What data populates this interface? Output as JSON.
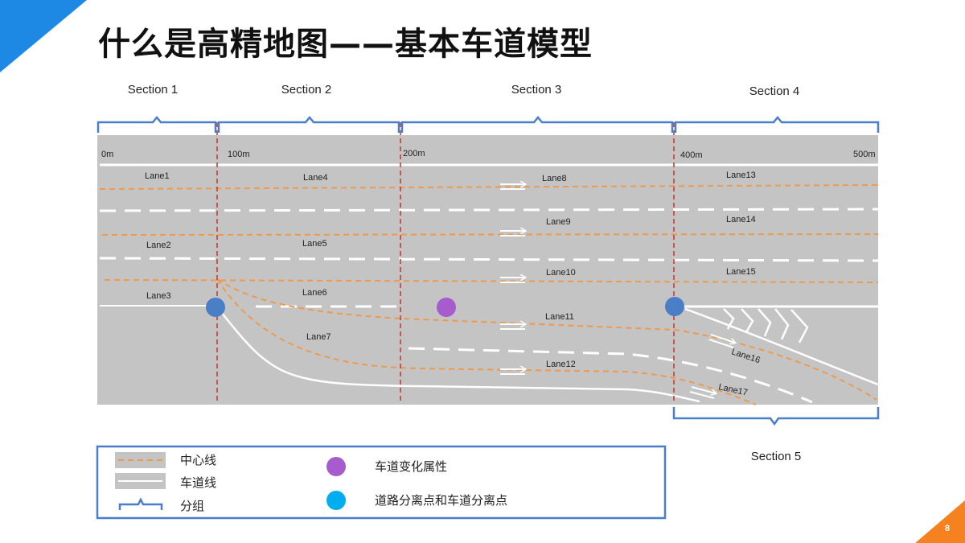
{
  "slide": {
    "title": "什么是高精地图——基本车道模型",
    "page_number": "8"
  },
  "colors": {
    "accent_blue": "#1e88e5",
    "accent_orange": "#f5821f",
    "road_gray": "#c4c4c4",
    "centerline_orange": "#ed9a4c",
    "bracket_blue": "#4a7ec6",
    "divider_red": "#c9302c",
    "lane_change_point": "#a65ccd",
    "split_point": "#4a7ec6",
    "legend_split_point": "#00aeef"
  },
  "diagram": {
    "sections": [
      "Section 1",
      "Section 2",
      "Section 3",
      "Section 4",
      "Section 5"
    ],
    "distances": [
      "0m",
      "100m",
      "200m",
      "400m",
      "500m"
    ],
    "lanes": {
      "lane1": "Lane1",
      "lane2": "Lane2",
      "lane3": "Lane3",
      "lane4": "Lane4",
      "lane5": "Lane5",
      "lane6": "Lane6",
      "lane7": "Lane7",
      "lane8": "Lane8",
      "lane9": "Lane9",
      "lane10": "Lane10",
      "lane11": "Lane11",
      "lane12": "Lane12",
      "lane13": "Lane13",
      "lane14": "Lane14",
      "lane15": "Lane15",
      "lane16": "Lane16",
      "lane17": "Lane17"
    }
  },
  "legend": {
    "centerline": "中心线",
    "lane_line": "车道线",
    "group": "分组",
    "lane_change_attr": "车道变化属性",
    "split_point": "道路分离点和车道分离点"
  }
}
